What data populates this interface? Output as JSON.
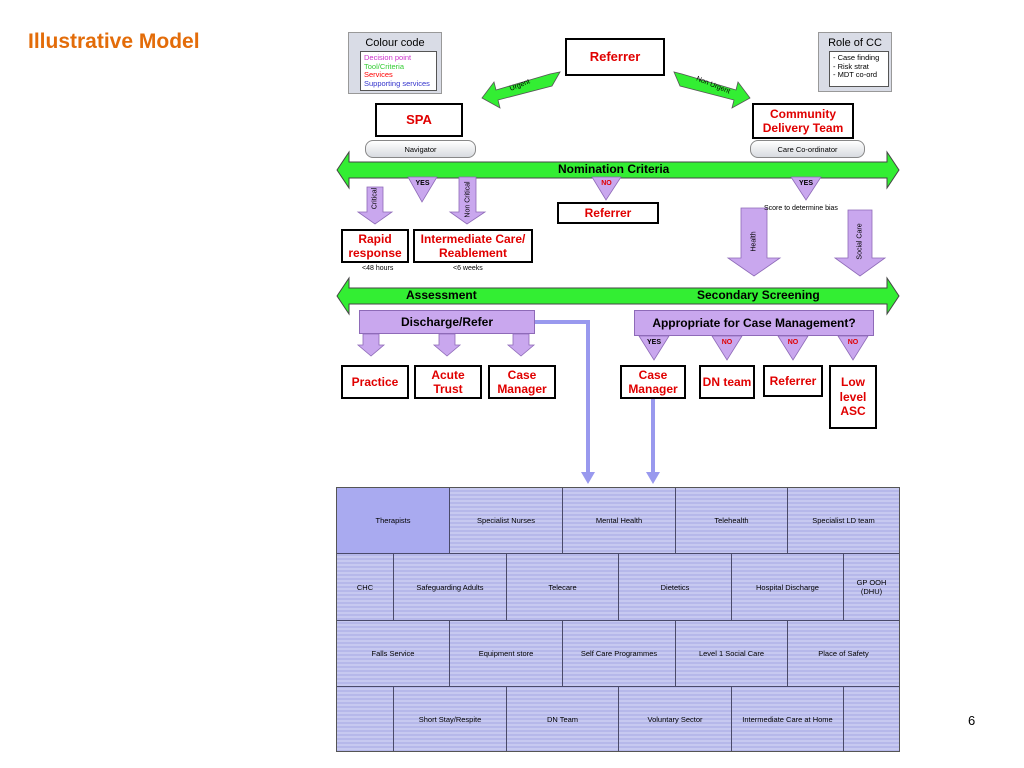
{
  "page": {
    "title": "Illustrative Model",
    "number": "6"
  },
  "legend_colour": {
    "title": "Colour code",
    "items": [
      {
        "text": "Decision point",
        "color": "#cc33cc"
      },
      {
        "text": "Tool/Criteria",
        "color": "#33cc33"
      },
      {
        "text": "Services",
        "color": "#ff0000"
      },
      {
        "text": "Supporting services",
        "color": "#3333cc"
      }
    ]
  },
  "legend_role": {
    "title": "Role of CC",
    "items": [
      "- Case finding",
      "- Risk strat",
      "- MDT co-ord"
    ]
  },
  "top": {
    "referrer": "Referrer",
    "urgent": "Urgent",
    "non_urgent": "Non Urgent",
    "spa": "SPA",
    "community": "Community Delivery Team",
    "navigator": "Navigator",
    "care_coordinator": "Care Co-ordinator"
  },
  "nomination": {
    "label": "Nomination Criteria",
    "critical": "Critical",
    "yes_left": "YES",
    "non_critical": "Non Critical",
    "no_mid": "NO",
    "yes_right": "YES",
    "referrer_mid": "Referrer",
    "score": "Score to determine bias",
    "health": "Health",
    "social_care": "Social Care",
    "rapid": "Rapid response",
    "rapid_note": "<48 hours",
    "intermediate": "Intermediate Care/ Reablement",
    "intermediate_note": "<6 weeks"
  },
  "band2": {
    "assessment": "Assessment",
    "secondary": "Secondary Screening"
  },
  "discharge": {
    "label": "Discharge/Refer",
    "outcomes": [
      "Practice",
      "Acute Trust",
      "Case Manager"
    ]
  },
  "appropriate": {
    "label": "Appropriate for Case Management?",
    "answers": [
      "YES",
      "NO",
      "NO",
      "NO"
    ],
    "outcomes": [
      "Case Manager",
      "DN team",
      "Referrer",
      "Low level ASC"
    ]
  },
  "services": {
    "rows": [
      [
        "Therapists",
        "Specialist Nurses",
        "Mental Health",
        "Telehealth",
        "Specialist LD team"
      ],
      [
        "CHC",
        "Safeguarding Adults",
        "Telecare",
        "Dietetics",
        "Hospital Discharge",
        "GP OOH (DHU)"
      ],
      [
        "Falls Service",
        "Equipment store",
        "Self Care Programmes",
        "Level 1 Social Care",
        "Place of Safety"
      ],
      [
        "",
        "Short Stay/Respite",
        "DN Team",
        "Voluntary Sector",
        "Intermediate Care at Home",
        ""
      ]
    ]
  },
  "colors": {
    "title": "#e36c09",
    "service_red": "#e00000",
    "criteria_green": "#33ee33",
    "decision_purple": "#c9a7ee",
    "supporting_blue": "#9999ee"
  }
}
